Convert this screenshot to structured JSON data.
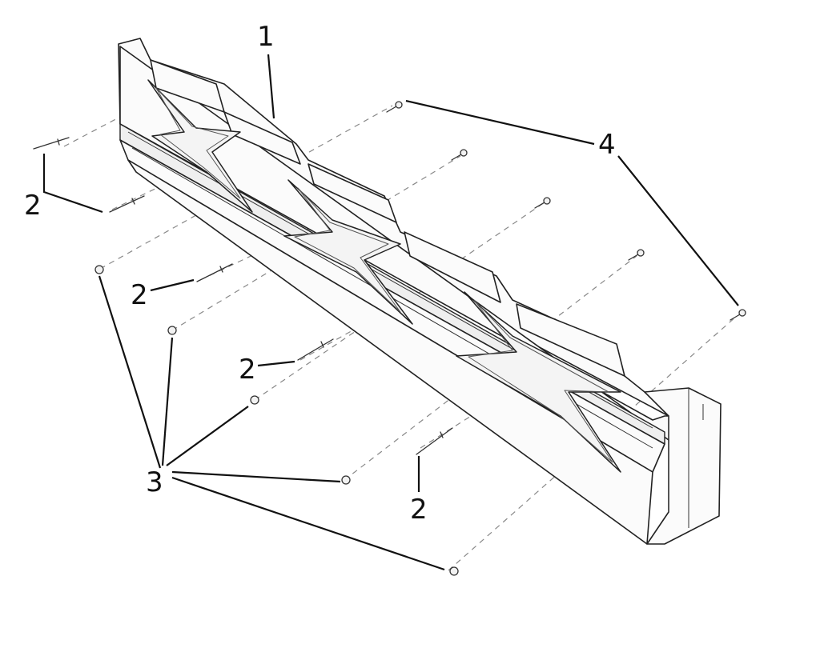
{
  "diagram": {
    "callouts": {
      "part_1": "1",
      "part_2": "2",
      "part_3": "3",
      "part_4": "4"
    }
  }
}
